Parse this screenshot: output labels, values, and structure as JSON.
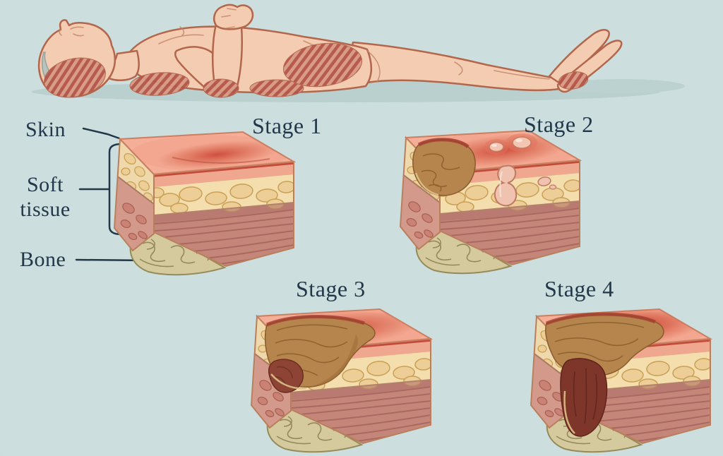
{
  "palette": {
    "background": "#cfe0e0",
    "label_text": "#21384a",
    "body_skin": "#f4ccb2",
    "body_outline": "#b2664b",
    "pressure_hatch_base": "#d89b85",
    "pressure_hatch_stripe": "#b4564a",
    "skin_surface": "#f5af99",
    "erythema_red": "#d14f41",
    "fat_tissue": "#f4deae",
    "muscle_tissue": "#c5867a",
    "bone": "#d4ca9d",
    "ulcer_brown": "#b5854d",
    "necrotic_dark": "#7e352a"
  },
  "anatomy_labels": {
    "skin": "Skin",
    "soft_tissue": "Soft tissue",
    "bone": "Bone"
  },
  "stages": [
    {
      "label": "Stage 1"
    },
    {
      "label": "Stage 2"
    },
    {
      "label": "Stage 3"
    },
    {
      "label": "Stage 4"
    }
  ]
}
